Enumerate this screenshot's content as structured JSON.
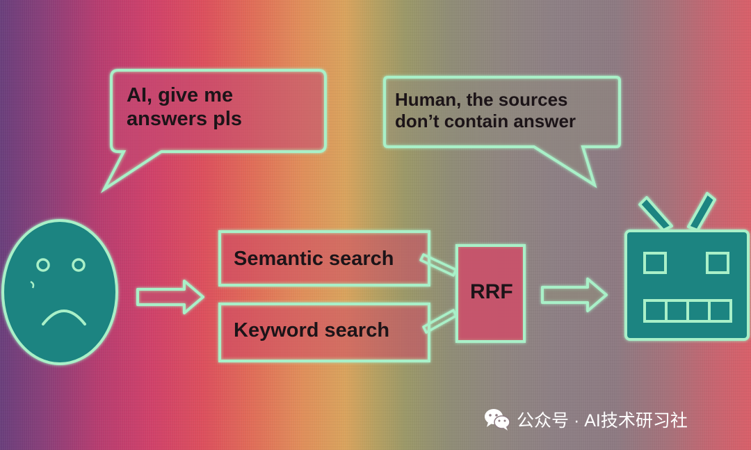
{
  "bubbles": {
    "human": [
      "AI, give me",
      "answers pls"
    ],
    "robot": [
      "Human, the sources",
      "don’t contain answer"
    ]
  },
  "search_boxes": {
    "semantic": "Semantic search",
    "keyword": "Keyword search"
  },
  "fusion": {
    "label": "RRF"
  },
  "watermark": {
    "text": "公众号 · AI技术研习社",
    "icon": "wechat-icon"
  },
  "colors": {
    "outline": "#a9f0c8",
    "teal_fill": "#1e8481",
    "box_fill": "#c8526a",
    "ink": "#1c1418"
  },
  "icons": [
    "sad-face-icon",
    "robot-icon",
    "right-arrow-icon"
  ]
}
